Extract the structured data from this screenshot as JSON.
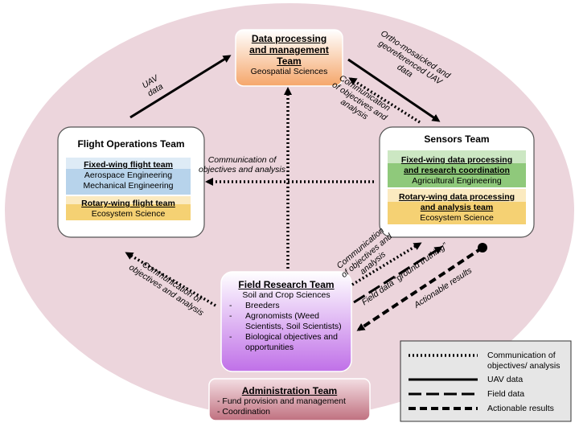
{
  "data_team": {
    "title_line1": "Data processing",
    "title_line2": "and management",
    "title_line3": "Team",
    "sub": "Geospatial Sciences"
  },
  "flight_team": {
    "title": "Flight Operations Team",
    "fixed_title": "Fixed-wing flight team",
    "fixed_sub1": "Aerospace Engineering",
    "fixed_sub2": "Mechanical Engineering",
    "rotary_title": "Rotary-wing flight team",
    "rotary_sub": "Ecosystem Science"
  },
  "sensors_team": {
    "title": "Sensors Team",
    "fixed_title1": "Fixed-wing data processing",
    "fixed_title2": "and research coordination",
    "fixed_sub": "Agricultural Engineering",
    "rotary_title1": "Rotary-wing data processing",
    "rotary_title2": "and analysis team",
    "rotary_sub": "Ecosystem Science"
  },
  "field_team": {
    "title": "Field Research Team",
    "sub": "Soil and Crop Sciences",
    "roles": [
      "Breeders",
      "Agronomists (Weed Scientists, Soil Scientists)",
      "Biological objectives and opportunities"
    ]
  },
  "admin_team": {
    "title": "Administration Team",
    "items": [
      "- Fund provision and management",
      "- Coordination"
    ]
  },
  "edge_labels": {
    "uav_data_1": "UAV",
    "uav_data_2": "data",
    "ortho_1": "Ortho-mosaicked and",
    "ortho_2": "georeferenced UAV",
    "ortho_3": "data",
    "comm_data_1": "Communication",
    "comm_data_2": "of objectives and",
    "comm_data_3": "analysis",
    "comm_center_1": "Communication of",
    "comm_center_2": "objectives and analysis",
    "comm_flight_1": "Communication of",
    "comm_flight_2": "objectives and analysis",
    "comm_sensors_1": "Communication",
    "comm_sensors_2": "of objectives and",
    "comm_sensors_3": "analysis",
    "field_data": "Field data “ground truthing”",
    "actionable": "Actionable results"
  },
  "legend": {
    "items": [
      {
        "style": "dotted",
        "label": "Communication of objectives/ analysis"
      },
      {
        "style": "solid",
        "label": "UAV data"
      },
      {
        "style": "dashed",
        "label": "Field data"
      },
      {
        "style": "short-dashed",
        "label": "Actionable results"
      }
    ]
  },
  "colors": {
    "ellipse": "#ecd5dc",
    "data_team_fill": "#f5a66a",
    "fixed_wing_band": "#b7d3eb",
    "rotary_wing_band": "#f5d173",
    "sensors_fixed_band": "#8fc97b",
    "field_team_fill": "#c57ae6",
    "admin_fill": "#c9798a",
    "legend_fill": "#e6e6e6"
  }
}
